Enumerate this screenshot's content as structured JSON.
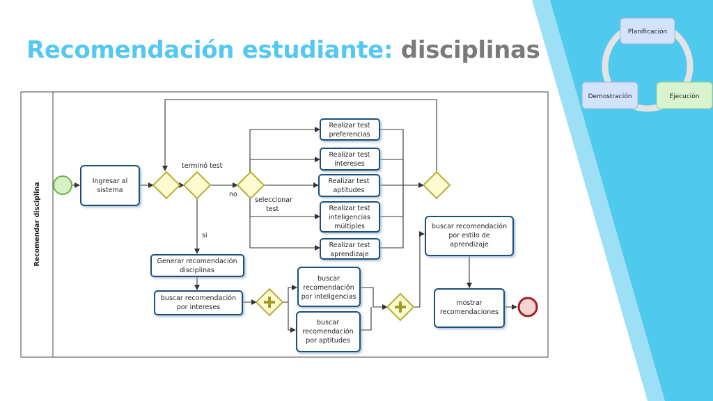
{
  "title": {
    "part1": "Recomendación estudiante:",
    "part2": "disciplinas"
  },
  "cycle": {
    "planning": "Planificación",
    "execution": "Ejecución",
    "demonstration": "Demostración"
  },
  "diagram": {
    "lane_label": "Recomendar disciplina",
    "tasks": {
      "ingresar": [
        "Ingresar al",
        "sistema"
      ],
      "preferencias": [
        "Realizar test",
        "preferencias"
      ],
      "intereses": [
        "Realizar test",
        "intereses"
      ],
      "aptitudes": [
        "Realizar test",
        "aptitudes"
      ],
      "inteligencias": [
        "Realizar test",
        "inteligencias",
        "múltiples"
      ],
      "aprendizaje": [
        "Realizar test",
        "aprendizaje"
      ],
      "generar": [
        "Generar recomendación",
        "disciplinas"
      ],
      "buscar_intereses": [
        "buscar recomendación",
        "por intereses"
      ],
      "buscar_inteligencias": [
        "buscar",
        "recomendación",
        "por inteligencias"
      ],
      "buscar_aptitudes": [
        "buscar",
        "recomendación",
        "por aptitudes"
      ],
      "buscar_estilo": [
        "buscar recomendación",
        "por estilo de",
        "aprendizaje"
      ],
      "mostrar": [
        "mostrar",
        "recomendaciones"
      ]
    },
    "labels": {
      "termino": "terminó test",
      "no": "no",
      "si": "si",
      "seleccionar_1": "seleccionar",
      "seleccionar_2": "test"
    }
  }
}
